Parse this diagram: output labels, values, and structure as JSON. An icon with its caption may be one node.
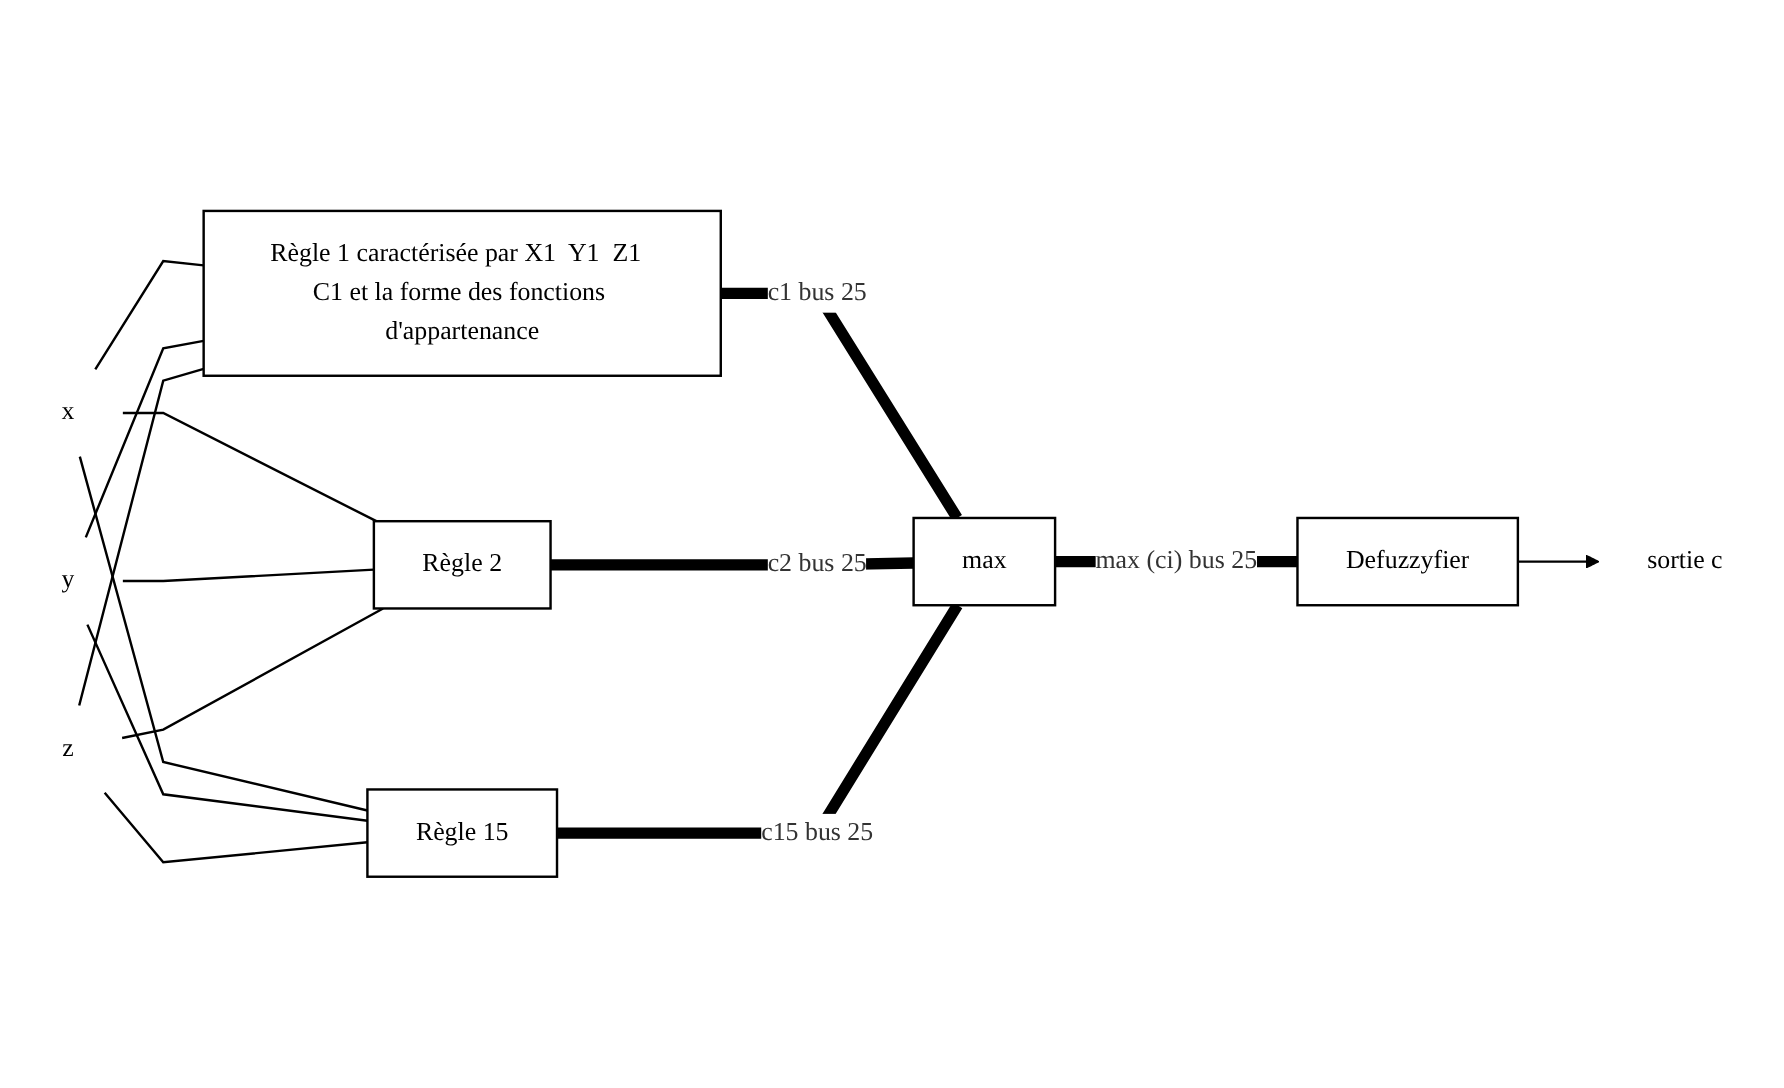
{
  "diagram": {
    "nodes": [
      {
        "text": [
          "x"
        ]
      },
      {
        "text": [
          "y"
        ]
      },
      {
        "text": [
          "z"
        ]
      },
      {
        "text": [
          "Règle 1 caractérisée par X1  Y1  Z1  C1 et la forme des fonctions d'appartenance"
        ]
      },
      {
        "text": [
          "Règle 2"
        ]
      },
      {
        "text": [
          "Règle 15"
        ]
      },
      {
        "text": [
          "max"
        ]
      },
      {
        "text": [
          "Defuzzyfier"
        ]
      },
      {
        "text": [
          "sortie c"
        ]
      }
    ],
    "edges": [
      {
        "from": 0,
        "to": 3,
        "arrow": "none"
      },
      {
        "from": 0,
        "to": 4,
        "arrow": "none"
      },
      {
        "from": 0,
        "to": 5,
        "arrow": "none"
      },
      {
        "from": 1,
        "to": 3,
        "arrow": "none"
      },
      {
        "from": 1,
        "to": 4,
        "arrow": "none"
      },
      {
        "from": 1,
        "to": 5,
        "arrow": "none"
      },
      {
        "from": 2,
        "to": 3,
        "arrow": "none"
      },
      {
        "from": 2,
        "to": 4,
        "arrow": "none"
      },
      {
        "from": 2,
        "to": 5,
        "arrow": "none"
      },
      {
        "from": 3,
        "to": 6,
        "arrow": "none",
        "label": "c1 bus 25",
        "style": "thick"
      },
      {
        "from": 4,
        "to": 6,
        "arrow": "none",
        "label": "c2 bus 25",
        "style": "thick"
      },
      {
        "from": 5,
        "to": 6,
        "arrow": "none",
        "label": "c15 bus 25",
        "style": "thick"
      },
      {
        "from": 6,
        "to": 7,
        "arrow": "none",
        "label": "max (ci) bus 25",
        "style": "thick"
      },
      {
        "from": 7,
        "to": 8,
        "arrow": "to"
      }
    ]
  }
}
